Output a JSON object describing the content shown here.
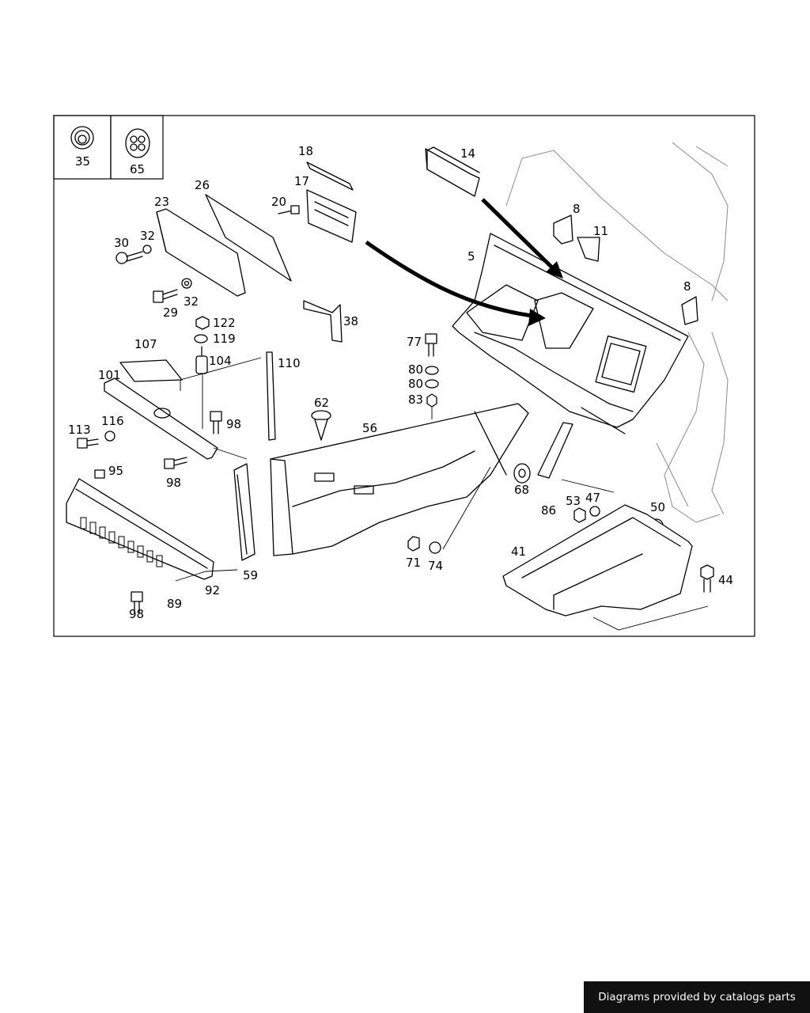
{
  "inset_labels": [
    "35",
    "65"
  ],
  "part_labels": [
    "18",
    "14",
    "26",
    "23",
    "17",
    "20",
    "8",
    "11",
    "30",
    "32",
    "5",
    "32",
    "29",
    "8",
    "122",
    "38",
    "119",
    "77",
    "107",
    "104",
    "110",
    "80",
    "101",
    "80",
    "83",
    "62",
    "116",
    "98",
    "56",
    "113",
    "95",
    "98",
    "68",
    "53",
    "47",
    "50",
    "86",
    "41",
    "71",
    "74",
    "59",
    "44",
    "92",
    "89",
    "98"
  ],
  "footer": {
    "credit": "Diagrams provided by catalogs parts"
  },
  "colors": {
    "ink": "#000000",
    "ghost": "#8a8a8a",
    "credit_bg": "#111111",
    "credit_text": "#ffffff"
  }
}
